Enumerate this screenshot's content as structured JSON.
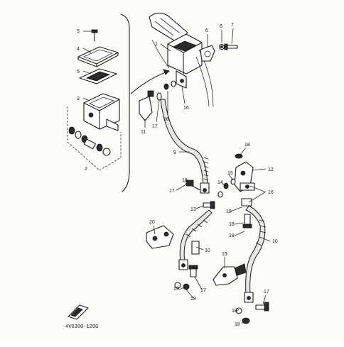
{
  "callouts": [
    "1",
    "2",
    "3",
    "4",
    "5",
    "6",
    "7",
    "8",
    "9",
    "10",
    "11",
    "12",
    "13",
    "14",
    "15",
    "16",
    "17",
    "18",
    "19",
    "20"
  ],
  "labels": {
    "l5a": "5",
    "l4": "4",
    "l5b": "5",
    "l3": "3",
    "l2": "2",
    "l6": "6",
    "l8": "8",
    "l7": "7",
    "l1": "1",
    "l16a": "16",
    "l11": "11",
    "l17a": "17",
    "l16b": "16",
    "l9": "9",
    "l18a": "18",
    "l12": "12",
    "l15": "15",
    "l14": "14",
    "l16c": "16",
    "l18b": "18",
    "l17b": "17",
    "l18c": "18",
    "l13": "13",
    "l20": "20",
    "l18d": "18",
    "l18e": "18",
    "l10a": "10",
    "l10b": "10",
    "l19a": "19",
    "l19b": "19",
    "l17c": "17",
    "l18f": "18",
    "l17d": "17",
    "l18g": "18",
    "l18h": "18"
  },
  "drawing_code": "4V0300-1280",
  "colors": {
    "ink": "#1a1a1a",
    "paper": "#fbfbf8"
  }
}
